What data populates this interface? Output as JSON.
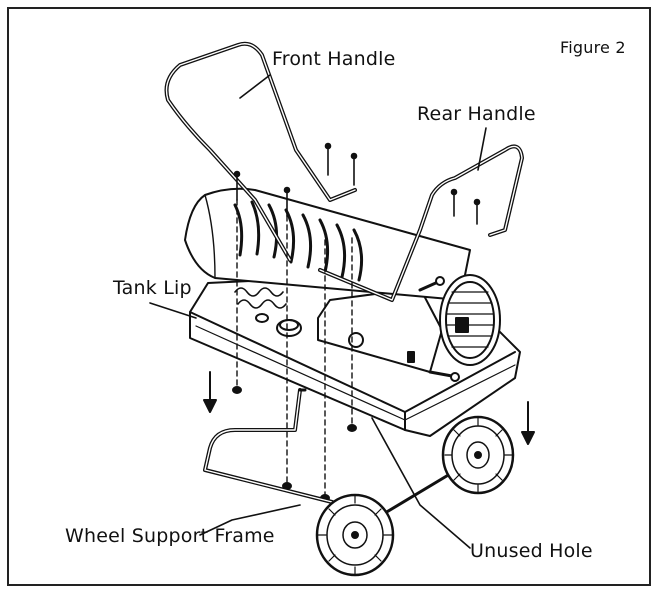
{
  "figure_label": "Figure 2",
  "callouts": {
    "front_handle": "Front Handle",
    "rear_handle": "Rear Handle",
    "tank_lip": "Tank Lip",
    "wheel_support_frame": "Wheel Support Frame",
    "unused_hole": "Unused Hole"
  }
}
